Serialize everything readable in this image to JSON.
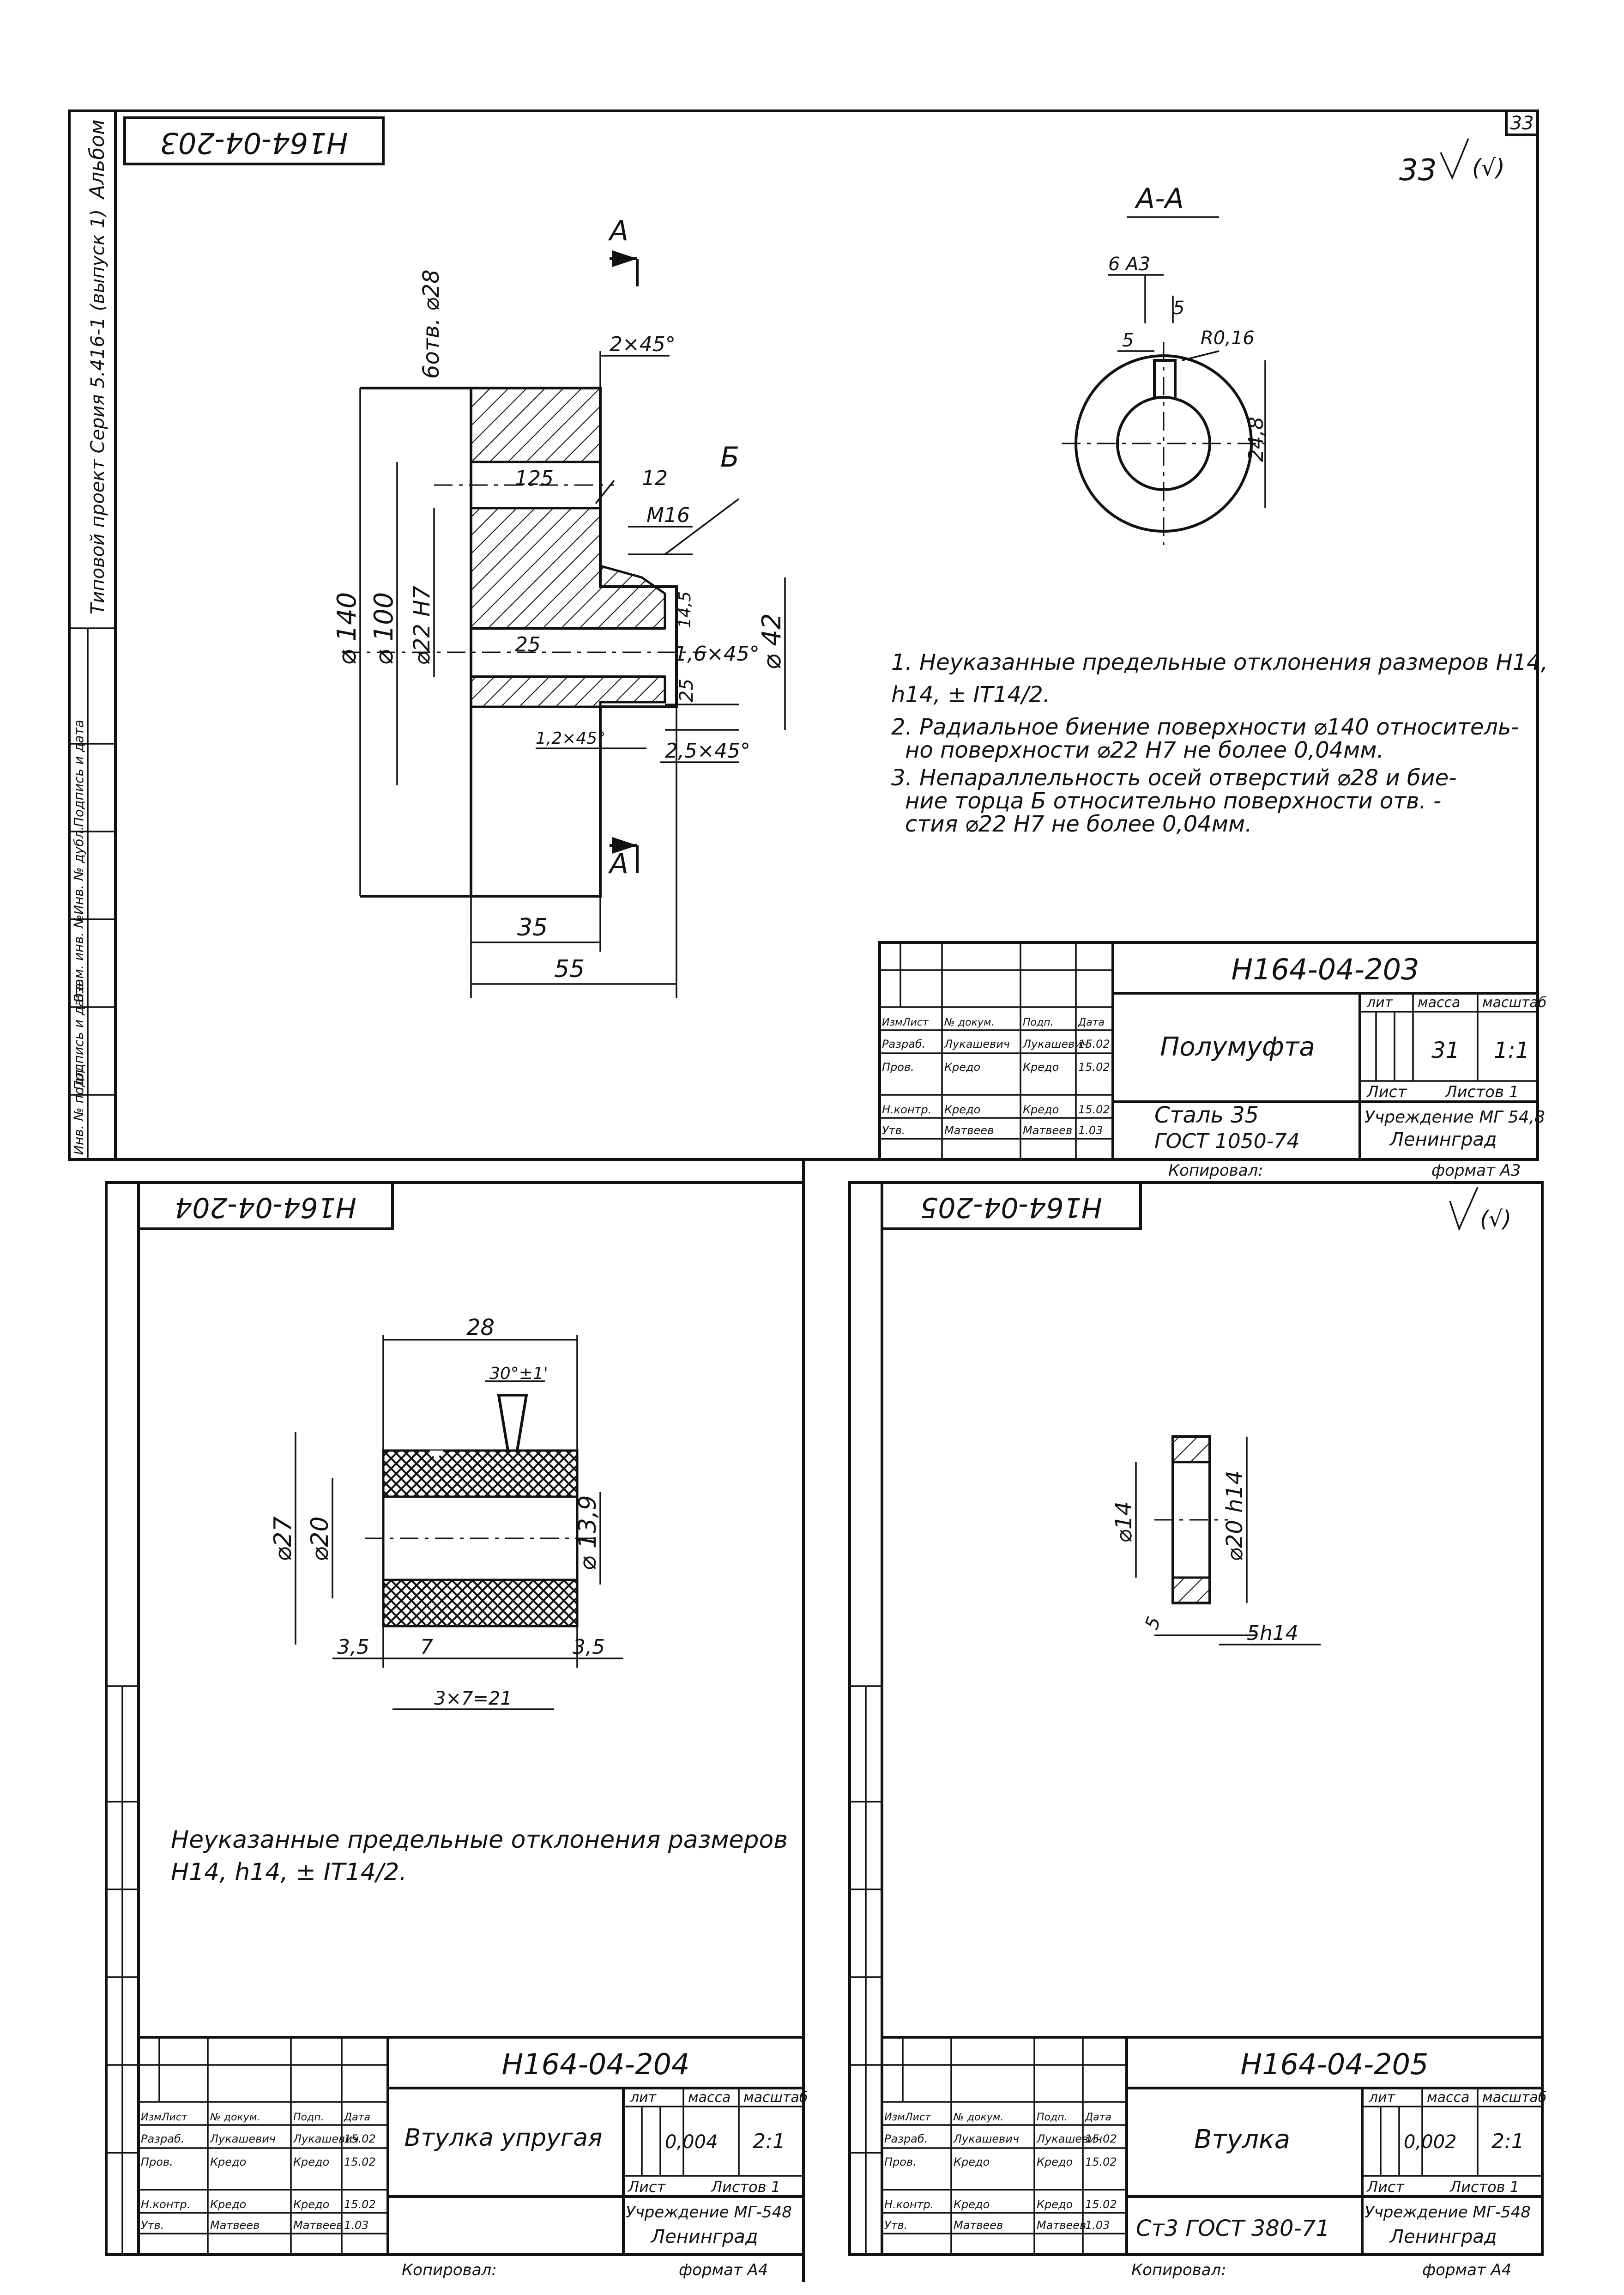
{
  "page_number": "33",
  "s1": {
    "code_stamp": "Н164-04-203",
    "sheet_no": "33",
    "side_album": "Альбом",
    "side_series": "Типовой проект Серия 5.416-1 (выпуск 1)",
    "section_mark": "А",
    "section_title": "А-А",
    "dims": {
      "chamfer_top": "2×45°",
      "bolt": "6отв. ⌀28",
      "r125": "125",
      "d12": "12",
      "m16": "М16",
      "b": "Б",
      "d140": "⌀ 140",
      "d100": "⌀ 100",
      "d22": "⌀22 Н7",
      "r25": "25",
      "d42": "⌀ 42",
      "d145": "14,5",
      "ch16": "1,6×45°",
      "d25": "25",
      "ch12": "1,2×45°",
      "ch25": "2,5×45°",
      "d35": "35",
      "d55": "55",
      "six": "6 А3",
      "five_a": "5",
      "five_b": "5",
      "r016": "R0,16",
      "d248": "24,8"
    },
    "notes": [
      "1. Неуказанные предельные отклонения размеров Н14,",
      "h14, ± IT14/2.",
      "2. Радиальное биение поверхности ⌀140 относитель-",
      "но поверхности ⌀22 Н7 не более 0,04мм.",
      "3. Непараллельность осей отверстий ⌀28 и бие-",
      "ние торца Б относительно поверхности отв. -",
      "стия ⌀22 Н7 не более 0,04мм."
    ],
    "titleblock": {
      "code": "Н164-04-203",
      "name": "Полумуфта",
      "material_1": "Сталь 35",
      "material_2": "ГОСТ 1050-74",
      "lit": "лит",
      "mass_h": "масса",
      "scale_h": "масштаб",
      "mass": "31",
      "scale": "1:1",
      "sheet": "Лист",
      "sheets": "Листов 1",
      "org": "Учреждение МГ 54,8",
      "city": "Ленинград",
      "copied": "Копировал:",
      "format": "формат А3",
      "rows": [
        [
          "Изм.",
          "Лист",
          "№ докум.",
          "Подп.",
          "Дата"
        ],
        [
          "Разраб.",
          "Лукашевич",
          "Лукашевич",
          "15.02"
        ],
        [
          "Пров.",
          "Кредо",
          "Кредо",
          "15.02"
        ],
        [
          "Н.контр.",
          "Кредо",
          "Кредо",
          "15.02"
        ],
        [
          "Утв.",
          "Матвеев",
          "Матвеев",
          "1.03"
        ]
      ],
      "side_labels": [
        "Инв. № подл.",
        "Подпись и дата",
        "Взам. инв. №",
        "Инв. № дубл.",
        "Подпись и дата"
      ]
    }
  },
  "s2": {
    "code_stamp": "Н164-04-204",
    "dims": {
      "d28": "28",
      "angle": "30°±1'",
      "d27": "⌀27",
      "d20": "⌀20",
      "d139": "⌀ 13,9",
      "d35a": "3,5",
      "d7": "7",
      "d35b": "3,5",
      "sum": "3×7=21"
    },
    "note_1": "Неуказанные предельные отклонения размеров",
    "note_2": "Н14, h14, ± IT14/2.",
    "titleblock": {
      "code": "Н164-04-204",
      "name": "Втулка упругая",
      "mass": "0,004",
      "scale": "2:1",
      "lit": "лит",
      "mass_h": "масса",
      "scale_h": "масштаб",
      "sheet": "Лист",
      "sheets": "Листов 1",
      "org": "Учреждение МГ-548",
      "city": "Ленинград",
      "copied": "Копировал:",
      "format": "формат А4",
      "rows": [
        [
          "Изм.",
          "Лист",
          "№ докум.",
          "Подп.",
          "Дата"
        ],
        [
          "Разраб.",
          "Лукашевич",
          "Лукашевич",
          "15.02"
        ],
        [
          "Пров.",
          "Кредо",
          "Кредо",
          "15.02"
        ],
        [
          "Н.контр.",
          "Кредо",
          "Кредо",
          "15.02"
        ],
        [
          "Утв.",
          "Матвеев",
          "Матвеев",
          "1.03"
        ]
      ]
    }
  },
  "s3": {
    "code_stamp": "Н164-04-205",
    "dims": {
      "d14": "⌀14",
      "d20": "⌀20 h14",
      "five": "5",
      "five_h": "5h14"
    },
    "titleblock": {
      "code": "Н164-04-205",
      "name": "Втулка",
      "material": "Ст3 ГОСТ 380-71",
      "mass": "0,002",
      "scale": "2:1",
      "lit": "лит",
      "mass_h": "масса",
      "scale_h": "масштаб",
      "sheet": "Лист",
      "sheets": "Листов 1",
      "org": "Учреждение МГ-548",
      "city": "Ленинград",
      "copied": "Копировал:",
      "format": "формат А4",
      "rows": [
        [
          "Изм.",
          "Лист",
          "№ докум.",
          "Подп.",
          "Дата"
        ],
        [
          "Разраб.",
          "Лукашевич",
          "Лукашевич",
          "15.02"
        ],
        [
          "Пров.",
          "Кредо",
          "Кредо",
          "15.02"
        ],
        [
          "Н.контр.",
          "Кредо",
          "Кредо",
          "15.02"
        ],
        [
          "Утв.",
          "Матвеев",
          "Матвеев",
          "1.03"
        ]
      ]
    }
  }
}
